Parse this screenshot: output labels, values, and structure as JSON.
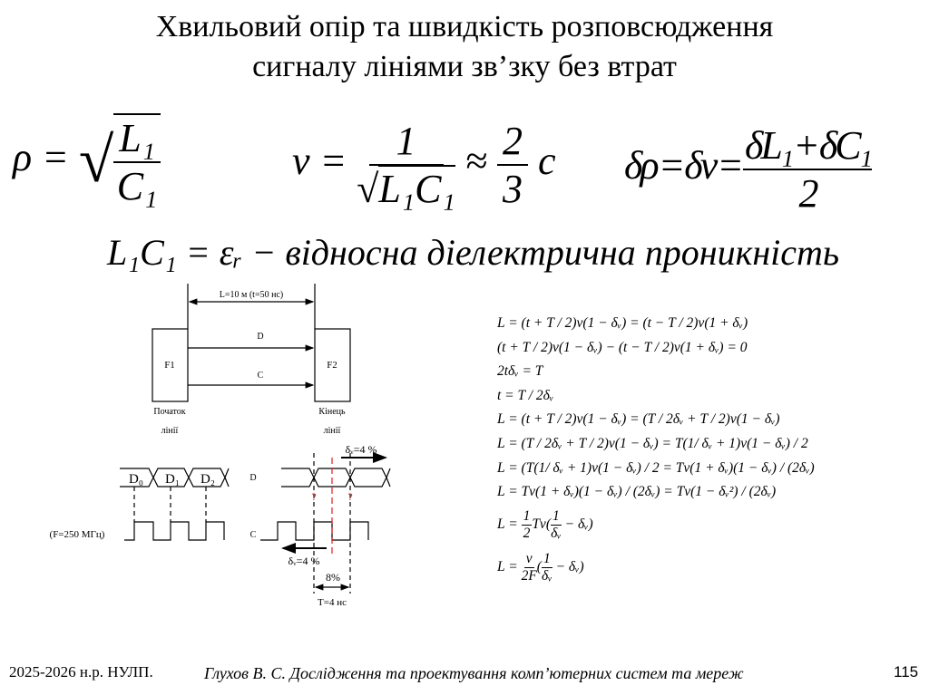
{
  "title": {
    "line1": "Хвильовий опір та швидкість розповсюдження",
    "line2": "сигналу лініями зв’зку без втрат"
  },
  "formulas": {
    "rho": {
      "lhs": "ρ =",
      "num": "L₁",
      "den": "C₁"
    },
    "v": {
      "lhs": "v =",
      "num": "1",
      "den": "L₁C₁",
      "approx": "≈",
      "num2": "2",
      "den2": "3",
      "c": "c"
    },
    "delta": {
      "lhs": "δρ = δv =",
      "num": "δL₁ + δC₁",
      "den": "2"
    },
    "permittivity": "L₁C₁ = εᵣ − відносна діелектрична проникність"
  },
  "diagram": {
    "length_label": "L=10 м (t=50 нс)",
    "f1": "F1",
    "f2": "F2",
    "d": "D",
    "c": "C",
    "start_1": "Початок",
    "start_2": "лінії",
    "end_1": "Кінець",
    "end_2": "лінії",
    "d0": "D₀",
    "d1": "D₁",
    "d2": "D₂",
    "freq": "(F=250 МГц)",
    "timing_d": "D",
    "timing_c": "C",
    "delta_top": "δᵥ=4 %",
    "delta_bottom": "δᵥ=4 %",
    "q1": "?",
    "q2": "?",
    "pct": "8%",
    "period": "T=4 нс",
    "red": "#e02020"
  },
  "equations": [
    "L = (t + T / 2)v(1 − δᵥ) = (t − T / 2)v(1 + δᵥ)",
    "(t + T / 2)v(1 − δᵥ) − (t − T / 2)v(1 + δᵥ) = 0",
    "2tδᵥ = T",
    "t = T / 2δᵥ",
    "L = (t + T / 2)v(1 − δᵥ) = (T / 2δᵥ + T / 2)v(1 − δᵥ)",
    "L = (T / 2δᵥ + T / 2)v(1 − δᵥ) = T(1/ δᵥ + 1)v(1 − δᵥ) / 2",
    "L = (T(1/ δᵥ + 1)v(1 − δᵥ) / 2 = Tv(1 + δᵥ)(1 − δᵥ) / (2δᵥ)",
    "L = Tv(1 + δᵥ)(1 − δᵥ) / (2δᵥ) = Tv(1 − δᵥ²) / (2δᵥ)"
  ],
  "eq9": {
    "lhs": "L =",
    "n1": "1",
    "d1": "2",
    "mid": "Tv(",
    "n2": "1",
    "d2": "δᵥ",
    "tail": "− δᵥ)"
  },
  "eq10": {
    "lhs": "L =",
    "n1": "v",
    "d1": "2F",
    "mid": "(",
    "n2": "1",
    "d2": "δᵥ",
    "tail": "− δᵥ)"
  },
  "footer": {
    "year": "2025-2026 н.р. НУЛП.",
    "author": "Глухов В. С. Дослідження та проектування комп’ютерних систем та мереж",
    "page": "115"
  }
}
